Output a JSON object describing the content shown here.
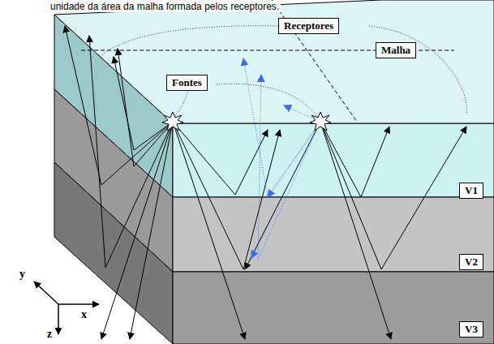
{
  "diagram": {
    "nodes": [
      {
        "text": [
          "Receptores"
        ]
      },
      {
        "text": [
          "Malha"
        ]
      },
      {
        "text": [
          "Fontes"
        ]
      },
      {
        "text": [
          "V1"
        ]
      },
      {
        "text": [
          "V2"
        ]
      },
      {
        "text": [
          "V3"
        ]
      }
    ],
    "labels": [
      "unidade da área da malha formada pelos receptores.",
      "y",
      "x",
      "z"
    ]
  }
}
